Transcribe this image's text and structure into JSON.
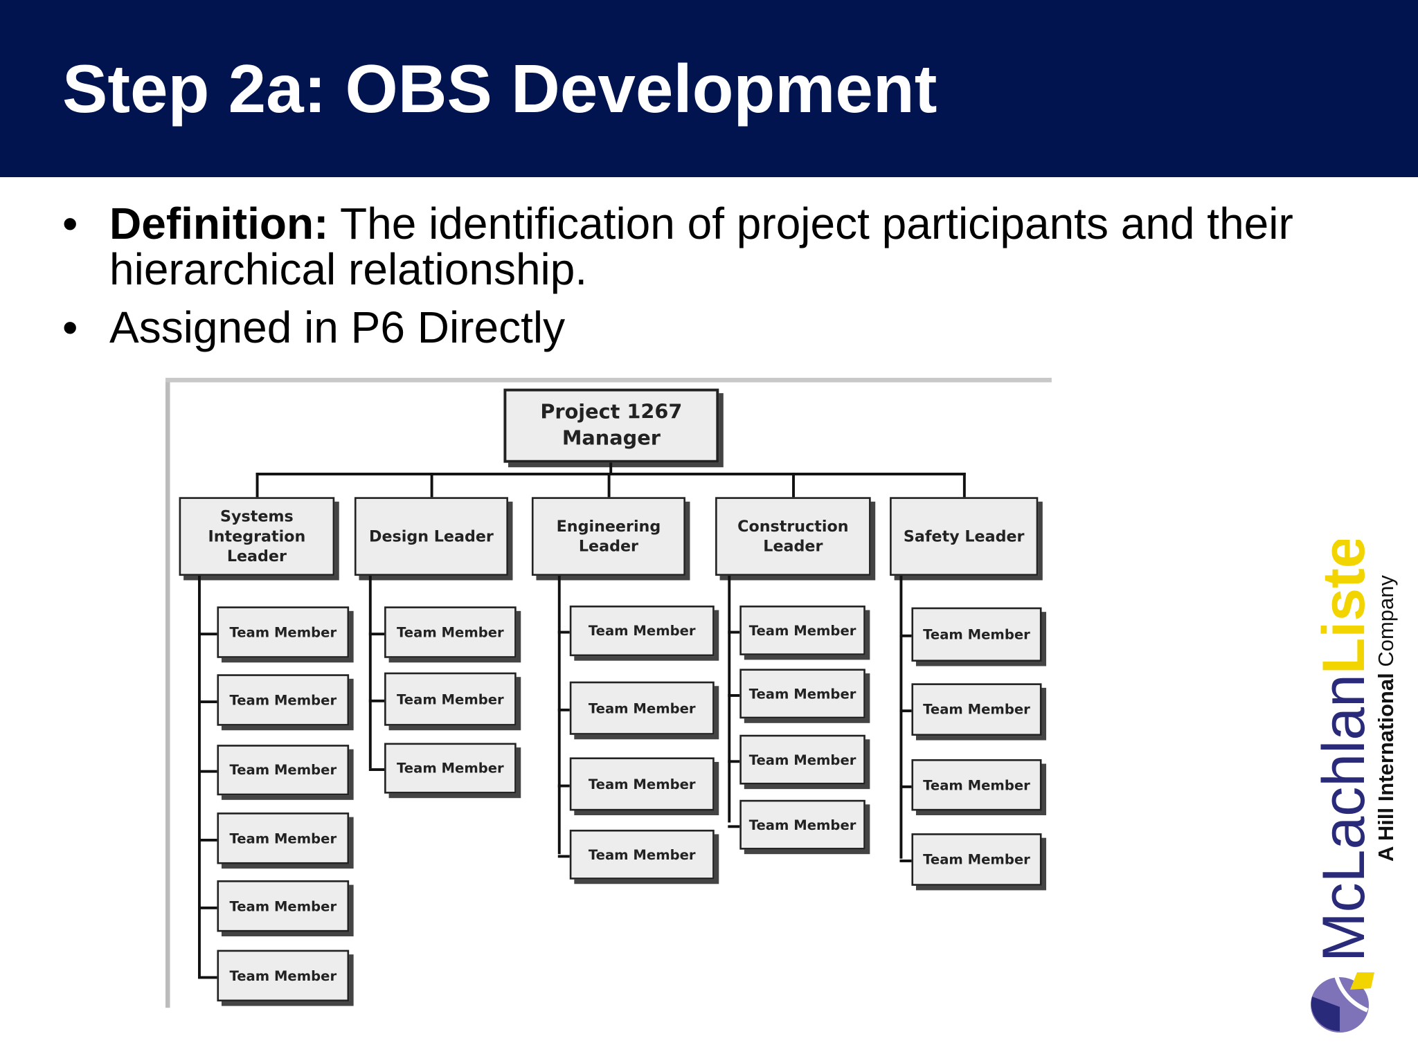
{
  "slide": {
    "title": "Step 2a: OBS Development",
    "bullets": [
      {
        "bold": "Definition:",
        "text": " The identification of project participants and their hierarchical relationship."
      },
      {
        "bold": "",
        "text": "Assigned in P6 Directly"
      }
    ]
  },
  "org_chart": {
    "root": "Project 1267 Manager",
    "leaders": [
      {
        "label": "Systems Integration Leader",
        "members": [
          "Team Member",
          "Team Member",
          "Team Member",
          "Team Member",
          "Team Member",
          "Team Member"
        ]
      },
      {
        "label": "Design Leader",
        "members": [
          "Team Member",
          "Team Member",
          "Team Member"
        ]
      },
      {
        "label": "Engineering Leader",
        "members": [
          "Team Member",
          "Team Member",
          "Team Member",
          "Team Member"
        ]
      },
      {
        "label": "Construction Leader",
        "members": [
          "Team Member",
          "Team Member",
          "Team Member",
          "Team Member"
        ]
      },
      {
        "label": "Safety Leader",
        "members": [
          "Team Member",
          "Team Member",
          "Team Member",
          "Team Member"
        ]
      }
    ]
  },
  "logo": {
    "name_part1": "McLachlan",
    "name_part2": "Lister",
    "tagline_bold": "A Hill International",
    "tagline": " Company",
    "colors": {
      "navy": "#2a2a7a",
      "yellow": "#f2d400",
      "purple": "#7e72b8"
    }
  },
  "colors": {
    "header_bg": "#021450",
    "header_text": "#ffffff"
  }
}
